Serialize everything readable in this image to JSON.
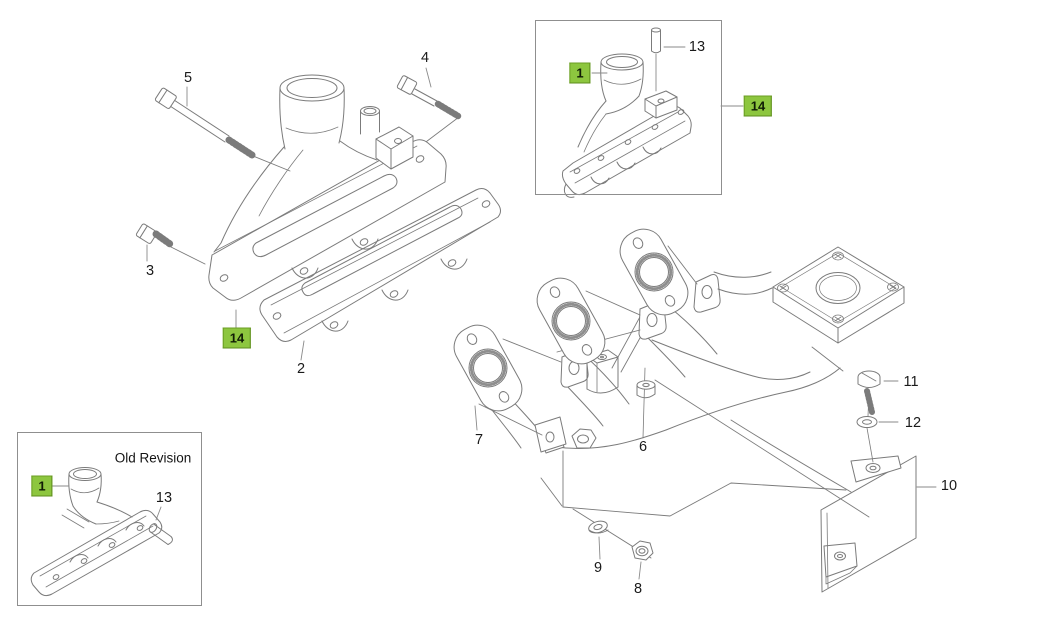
{
  "figure": {
    "description": "Exploded parts diagram of an exhaust manifold assembly with gaskets, fasteners, heat shield and two revision insets"
  },
  "colors": {
    "background": "#FFFFFF",
    "line_gray": "#7B7B7B",
    "leader_gray": "#8A8A8A",
    "label_text": "#1A1A1A",
    "highlight_green": "#8DC63F",
    "highlight_border": "#6B9E23",
    "inset_border": "#8F8F8F"
  },
  "highlighted_parts": [
    "1",
    "14"
  ],
  "parts_visible": [
    "1",
    "2",
    "3",
    "4",
    "5",
    "6",
    "7",
    "8",
    "9",
    "10",
    "11",
    "12",
    "13",
    "14"
  ],
  "callouts": {
    "main": {
      "bolt_long": "5",
      "bolt_upper": "4",
      "bolt_short": "3",
      "manifold": "14",
      "gasket": "2"
    },
    "new_revision_inset": {
      "water_neck": "1",
      "stud": "13",
      "assembly": "14"
    },
    "old_revision_inset": {
      "caption": "Old Revision",
      "water_neck": "1",
      "plug": "13"
    },
    "right_assembly": {
      "gaskets": "7",
      "manifold": "6",
      "bolt": "11",
      "washer": "12",
      "heat_shield": "10",
      "flange_washer": "9",
      "flange_nut": "8"
    }
  }
}
